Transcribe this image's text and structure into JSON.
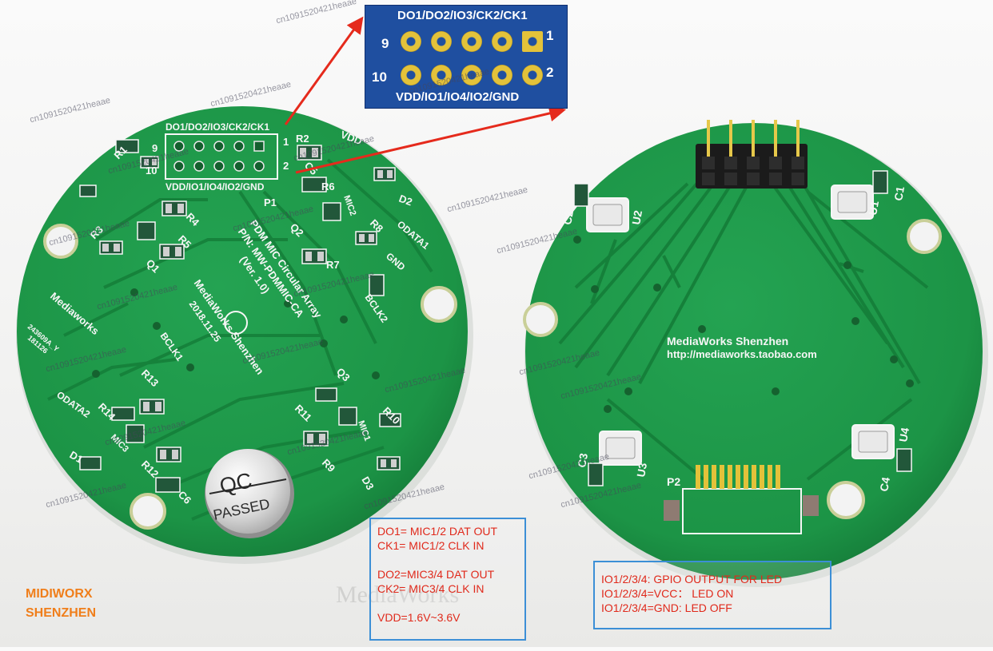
{
  "left_board": {
    "header_top": "DO1/DO2/IO3/CK2/CK1",
    "header_bottom": "VDD/IO1/IO4/IO2/GND",
    "pin_1": "1",
    "pin_2": "2",
    "pin_9": "9",
    "pin_10": "10",
    "p1": "P1",
    "vdd": "VDD",
    "d2": "D2",
    "odata1": "ODATA1",
    "gnd": "GND",
    "bclk2": "BCLK2",
    "bclk1": "BCLK1",
    "odata2": "ODATA2",
    "d1": "D1",
    "d3": "D3",
    "title_line1": "PDM MIC Circular Array",
    "title_line2": "P/N: MW-PDMMIC-CA",
    "title_line3": "(Ver. 1.0)",
    "title_line4": "MediaWorks Shenzhen",
    "date": "2018.11.25",
    "brand": "Mediaworks",
    "batch": "243609A_Y",
    "batch2": "181126",
    "refs": [
      "R1",
      "R2",
      "R3",
      "R4",
      "R5",
      "R6",
      "R7",
      "R8",
      "R9",
      "R10",
      "R11",
      "R12",
      "R13",
      "R14",
      "Q1",
      "Q2",
      "Q3",
      "MIC1",
      "MIC2",
      "MIC3",
      "C5",
      "C6"
    ],
    "qc_top": "QC",
    "qc_bottom": "PASSED"
  },
  "inset": {
    "top_label": "DO1/DO2/IO3/CK2/CK1",
    "bottom_label": "VDD/IO1/IO4/IO2/GND",
    "pin_1": "1",
    "pin_2": "2",
    "pin_9": "9",
    "pin_10": "10"
  },
  "right_board": {
    "company": "MediaWorks Shenzhen",
    "url": "http://mediaworks.taobao.com",
    "u1": "U1",
    "u2": "U2",
    "u3": "U3",
    "u4": "U4",
    "c1": "C1",
    "c2": "C2",
    "c3": "C3",
    "c4": "C4",
    "p2": "P2"
  },
  "watermark": "cn1091520421heaae",
  "note_signals": {
    "line1": "DO1= MIC1/2 DAT OUT",
    "line2": "CK1= MIC1/2 CLK IN",
    "line3": "DO2=MIC3/4 DAT OUT",
    "line4": "CK2= MIC3/4 CLK IN",
    "line5": "VDD=1.6V~3.6V"
  },
  "note_io": {
    "line1": "IO1/2/3/4: GPIO OUTPUT FOR LED",
    "line2": "IO1/2/3/4=VCC： LED ON",
    "line3": "IO1/2/3/4=GND: LED OFF"
  },
  "brand": {
    "line1": "MIDIWORX",
    "line2": "SHENZHEN"
  },
  "ghost_text": "MediaWorks",
  "colors": {
    "pcb_green": "#1f9a4a",
    "pcb_dark": "#17833d",
    "silkscreen": "#f6f6f6",
    "arrow_red": "#e52a1c",
    "note_border": "#3c8fd6",
    "note_text": "#e0291b",
    "brand_orange": "#f07e1a",
    "inset_blue": "#1f4fa0",
    "pad_gold": "#e3c23a"
  }
}
